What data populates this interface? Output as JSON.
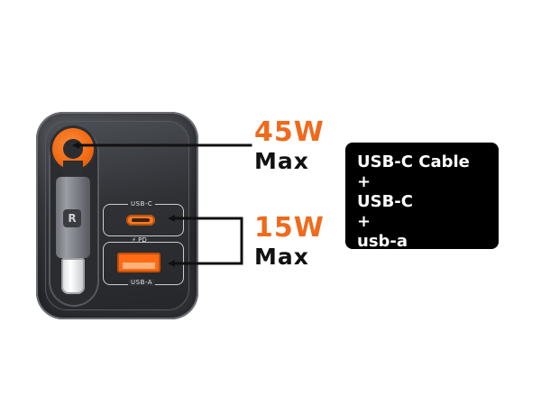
{
  "callouts": {
    "top": {
      "wattage": "45W",
      "suffix": "Max"
    },
    "bottom": {
      "wattage": "15W",
      "suffix": "Max"
    }
  },
  "info_box": {
    "lines": [
      "USB-C Cable",
      "+",
      "USB-C",
      "+",
      "usb-a"
    ]
  },
  "charger": {
    "port_c_label": "USB-C",
    "pd_label": "PD",
    "port_a_label": "USB-A",
    "cable_logo": "R"
  },
  "colors": {
    "accent_orange": "#ef6a1c",
    "text_dark": "#111111",
    "box_black": "#000000",
    "charger_gray": "#35373c"
  },
  "icons": {
    "pd": "lightning-icon"
  }
}
